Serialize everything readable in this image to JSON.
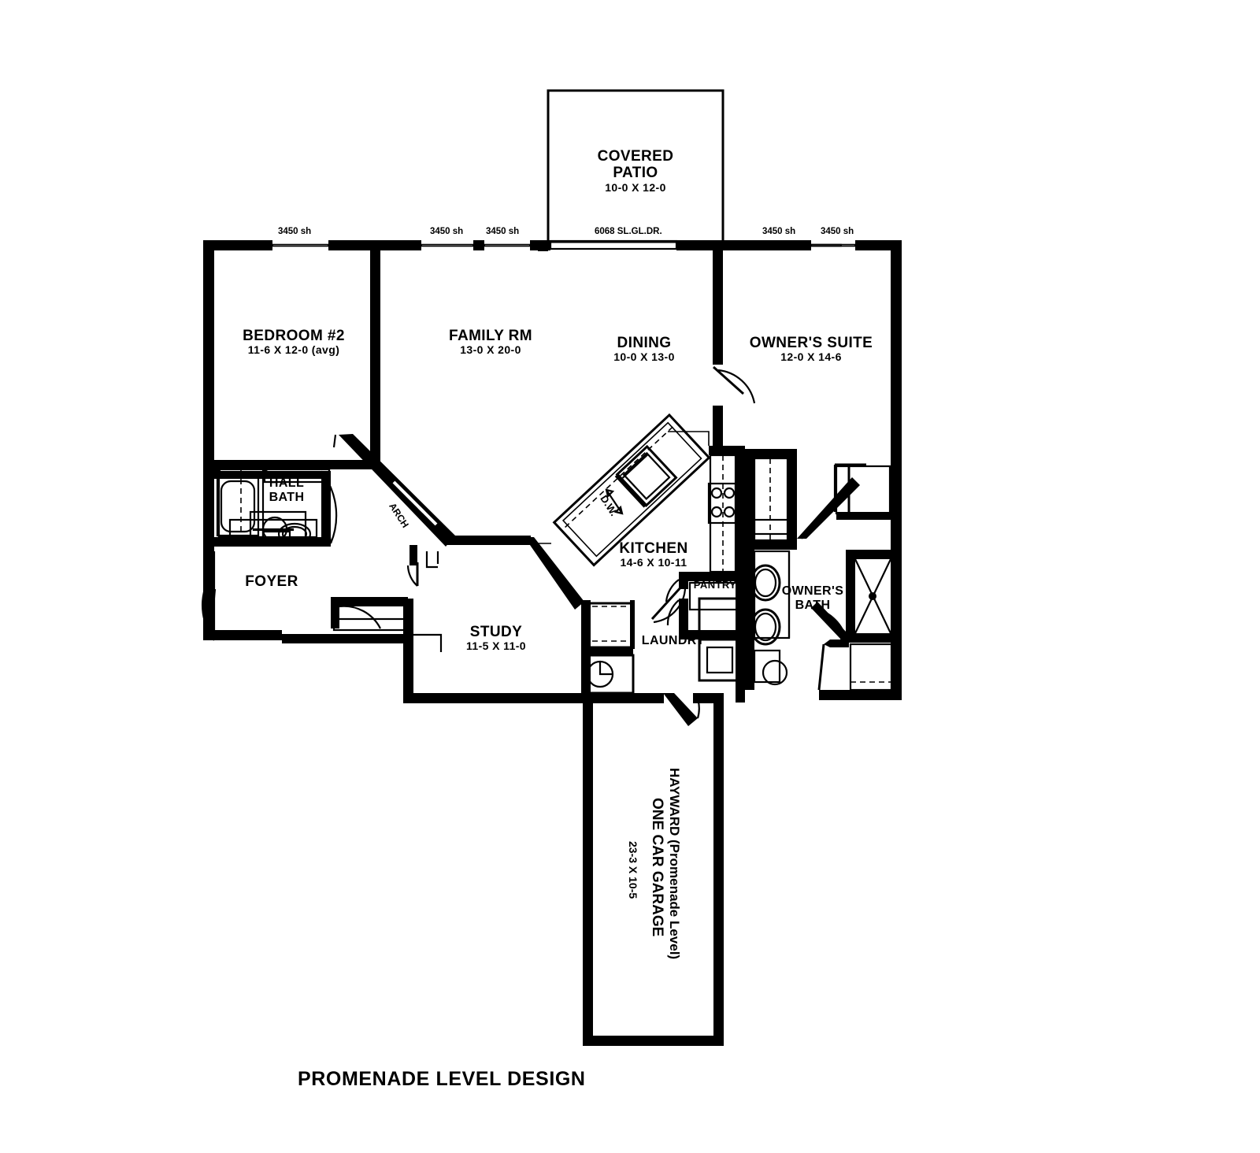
{
  "document": {
    "type": "architectural-floor-plan",
    "title": "PROMENADE LEVEL DESIGN",
    "background_color": "#ffffff",
    "line_color": "#000000"
  },
  "rooms": [
    {
      "key": "covered_patio",
      "name": "COVERED\nPATIO",
      "name_line1": "COVERED",
      "name_line2": "PATIO",
      "dimensions": "10-0 X 12-0"
    },
    {
      "key": "bedroom_2",
      "name": "BEDROOM #2",
      "dimensions": "11-6 X 12-0 (avg)"
    },
    {
      "key": "family_rm",
      "name": "FAMILY RM",
      "dimensions": "13-0 X 20-0"
    },
    {
      "key": "dining",
      "name": "DINING",
      "dimensions": "10-0 X 13-0"
    },
    {
      "key": "owners_suite",
      "name": "OWNER'S SUITE",
      "dimensions": "12-0 X 14-6"
    },
    {
      "key": "hall_bath",
      "name_line1": "HALL",
      "name_line2": "BATH",
      "dimensions": ""
    },
    {
      "key": "foyer",
      "name": "FOYER",
      "dimensions": ""
    },
    {
      "key": "study",
      "name": "STUDY",
      "dimensions": "11-5 X 11-0"
    },
    {
      "key": "kitchen",
      "name": "KITCHEN",
      "dimensions": "14-6 X 10-11"
    },
    {
      "key": "pantry",
      "name": "PANTRY",
      "dimensions": ""
    },
    {
      "key": "laundry",
      "name": "LAUNDRY",
      "dimensions": ""
    },
    {
      "key": "owners_bath",
      "name_line1": "OWNER'S",
      "name_line2": "BATH",
      "dimensions": ""
    },
    {
      "key": "garage",
      "name_line1": "HAYWARD (Promenade Level)",
      "name_line2": "ONE CAR GARAGE",
      "dimensions": "23-3 X 10-5"
    }
  ],
  "annotations": {
    "arch_label": "ARCH",
    "dishwasher_label": "D.W."
  },
  "window_labels": [
    {
      "id": "w1",
      "text": "3450 sh"
    },
    {
      "id": "w2",
      "text": "3450 sh"
    },
    {
      "id": "w3",
      "text": "3450 sh"
    },
    {
      "id": "w4",
      "text": "6068 SL.GL.DR."
    },
    {
      "id": "w5",
      "text": "3450 sh"
    },
    {
      "id": "w6",
      "text": "3450 sh"
    }
  ]
}
